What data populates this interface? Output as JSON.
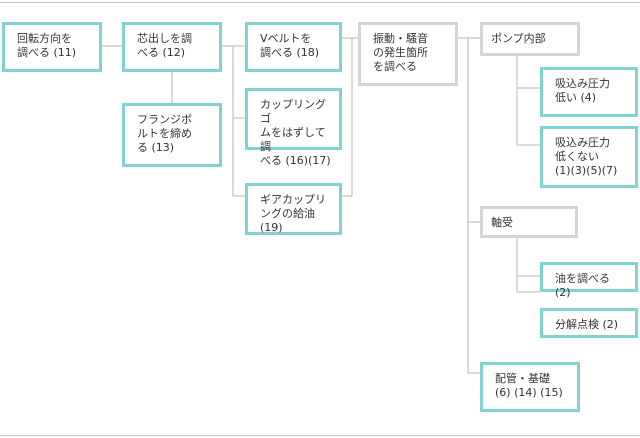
{
  "nodes": {
    "rotation": "回転方向を\n調べる (11)",
    "alignment": "芯出しを調\nべる (12)",
    "flange": "フランジボ\nルトを締め\nる (13)",
    "vbelt": "Vベルトを\n調べる (18)",
    "coupling_rubber": "カップリングゴ\nムをはずして調\nべる (16)(17)",
    "gear_coupling": "ギアカップリ\nングの給油 (19)",
    "source": "振動・騒音\nの発生箇所\nを調べる",
    "pump_inside": "ポンプ内部",
    "suction_low": "吸込み圧力\n低い (4)",
    "suction_not_low": "吸込み圧力\n低くない\n(1)(3)(5)(7)",
    "bearing": "軸受",
    "oil": "油を調べる (2)",
    "overhaul": "分解点検  (2)",
    "piping": "配管・基礎\n (6) (14) (15)"
  },
  "colors": {
    "action_border": "#7fd3d3",
    "category_border": "#d5d5d5",
    "connector": "#b5b5b5"
  }
}
